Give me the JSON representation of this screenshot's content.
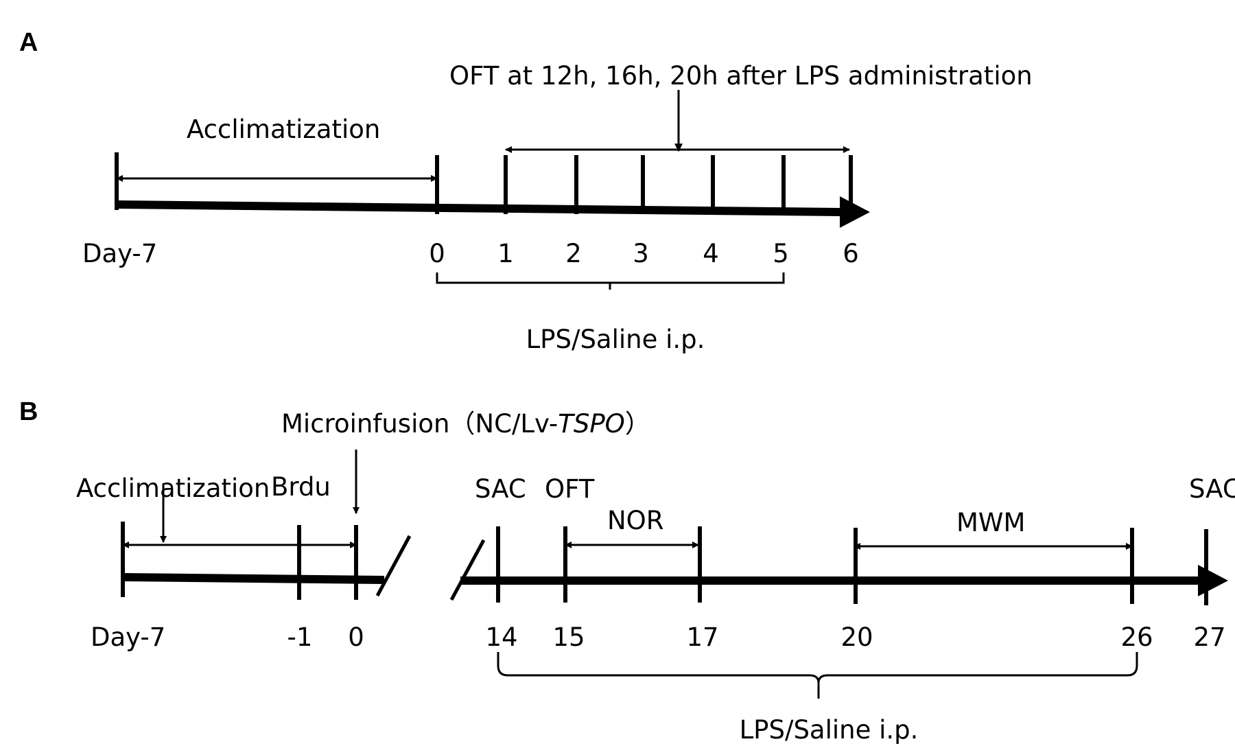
{
  "panels": {
    "a": {
      "letter": "A",
      "acclimatization": "Acclimatization",
      "oft_note": "OFT at 12h, 16h, 20h after LPS administration",
      "injection": "LPS/Saline i.p.",
      "ticks": [
        "Day-7",
        "0",
        "1",
        "2",
        "3",
        "4",
        "5",
        "6"
      ]
    },
    "b": {
      "letter": "B",
      "microinfusion_prefix": "Microinfusion（NC/Lv-",
      "microinfusion_gene": "TSPO",
      "microinfusion_suffix": "）",
      "acclimatization": "Acclimatization",
      "brdu": "Brdu",
      "sac_1": "SAC",
      "oft": "OFT",
      "nor": "NOR",
      "mwm": "MWM",
      "sac_2": "SAC",
      "injection": "LPS/Saline i.p.",
      "ticks": [
        "Day-7",
        "-1",
        "0",
        "14",
        "15",
        "17",
        "20",
        "26",
        "27"
      ]
    }
  },
  "colors": {
    "ink": "#000000",
    "background": "#ffffff"
  }
}
